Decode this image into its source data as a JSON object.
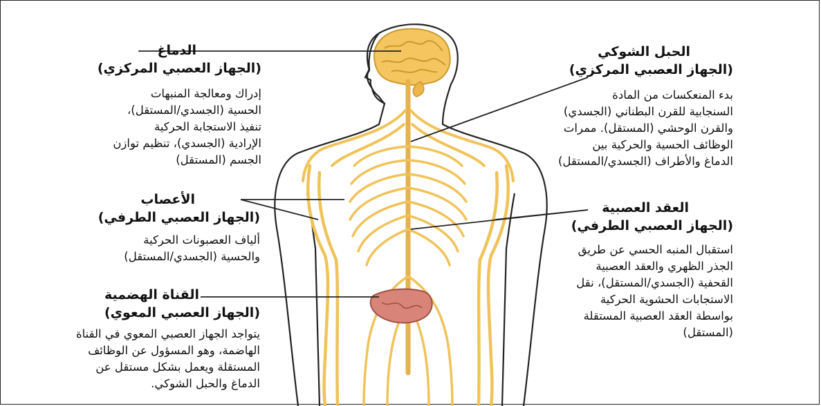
{
  "labels": {
    "brain": {
      "title": "الدماغ",
      "system": "(الجهاز العصبي المركزي)",
      "lines": [
        "إدراك ومعالجة المنبهات",
        "الحسية (الجسدي/المستقل)،",
        "تنفيذ الاستجابة الحركية",
        "الإرادية (الجسدي)، تنظيم توازن",
        "الجسم (المستقل)"
      ]
    },
    "spinal_cord": {
      "title": "الحبل الشوكي",
      "system": "(الجهاز العصبي المركزي)",
      "lines": [
        "بدء المنعكسات من المادة",
        "السنجابية للقرن البطناني (الجسدي)",
        "والقرن الوحشي (المستقل). ممرات",
        "الوظائف الحسية والحركية بين",
        "الدماغ والأطراف (الجسدي/المستقل)"
      ]
    },
    "nerves": {
      "title": "الأعصاب",
      "system": "(الجهاز العصبي الطرفي)",
      "lines": [
        "ألياف العصبونات الحركية",
        "والحسية (الجسدي/المستقل)"
      ]
    },
    "ganglia": {
      "title": "العقد العصبية",
      "system": "(الجهاز العصبي الطرفي)",
      "lines": [
        "استقبال المنبه الحسي عن طريق",
        "الجذر الظهري والعقد العصبية",
        "القحفية (الجسدي/المستقل)، نقل",
        "الاستجابات الحشوية الحركية",
        "بواسطة العقد العصبية المستقلة",
        "(المستقل)"
      ]
    },
    "digestive_tract": {
      "title": "القناة الهضمية",
      "system": "(الجهاز العصبي المعوي)",
      "lines": [
        "يتواجد الجهاز العصبي المعوي في القناة",
        "الهاضمة، وهو المسؤول عن الوظائف",
        "المستقلة ويعمل بشكل مستقل عن",
        "الدماغ والحبل الشوكي."
      ]
    }
  },
  "colors": {
    "nerve": "#F0C35A",
    "nerve_dark": "#C99A2E",
    "brain": "#F5C65F",
    "intestine": "#D98478",
    "outline": "#222222"
  }
}
